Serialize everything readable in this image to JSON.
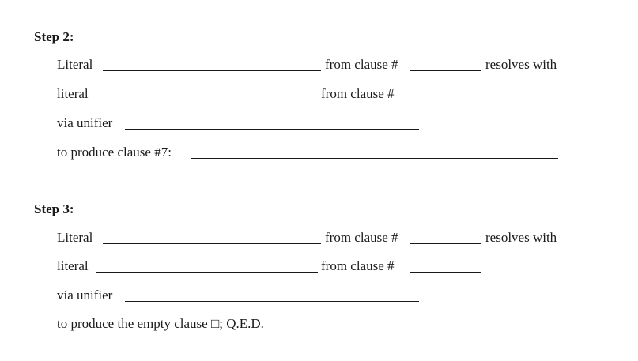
{
  "steps": [
    {
      "heading": "Step 2:",
      "line1": {
        "prefix": "Literal",
        "middle": "from clause #",
        "suffix": "resolves with"
      },
      "line2": {
        "prefix": "literal",
        "middle": "from clause #"
      },
      "line3": {
        "prefix": "via unifier"
      },
      "line4": {
        "prefix": "to produce clause #7:"
      }
    },
    {
      "heading": "Step 3:",
      "line1": {
        "prefix": "Literal",
        "middle": "from clause #",
        "suffix": "resolves with"
      },
      "line2": {
        "prefix": "literal",
        "middle": "from clause #"
      },
      "line3": {
        "prefix": "via unifier"
      },
      "line4": {
        "prefix": "to produce the empty clause □; Q.E.D."
      }
    }
  ]
}
